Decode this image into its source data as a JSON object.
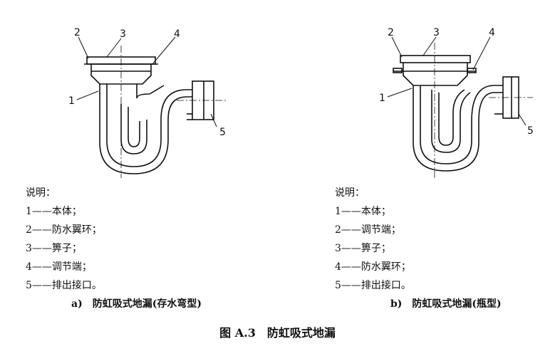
{
  "callouts": [
    "1",
    "2",
    "3",
    "4",
    "5"
  ],
  "left": {
    "legend_title": "说明：",
    "legend_items": [
      "1——本体；",
      "2——防水翼环；",
      "3——箅子；",
      "4——调节端；",
      "5——排出接口。"
    ],
    "caption": "a)　防虹吸式地漏(存水弯型)"
  },
  "right": {
    "legend_title": "说明：",
    "legend_items": [
      "1——本体；",
      "2——调节端；",
      "3——箅子；",
      "4——防水翼环；",
      "5——排出接口。"
    ],
    "caption": "b)　防虹吸式地漏(瓶型)"
  },
  "figure_caption": "图 A.3　防虹吸式地漏"
}
